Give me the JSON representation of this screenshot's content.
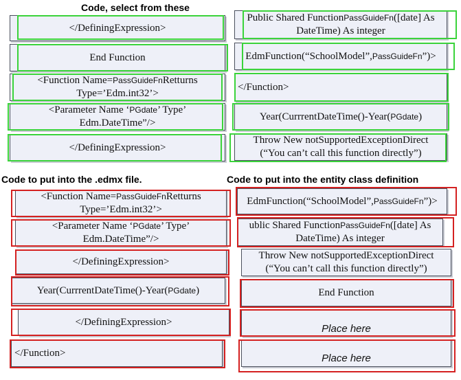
{
  "headings": {
    "source": "Code, select from these",
    "edmx": "Code to put into the .edmx file.",
    "entity": "Code to put into the entity class definition"
  },
  "source_left": [
    {
      "line1": "</DefiningExpression>"
    },
    {
      "line1": "End Function"
    },
    {
      "pre": "<Function Name=",
      "fn": "PassGuideFn",
      "post": "Retturns",
      "line2": "Type=’Edm.int32’>"
    },
    {
      "pre": "<Parameter Name ‘",
      "fn": "PGdate",
      "post": "’ Type’",
      "line2": "Edm.DateTime”/>"
    },
    {
      "line1": "</DefiningExpression>"
    }
  ],
  "source_right": [
    {
      "pre": "Public Shared Function",
      "fn": "PassGuideFn",
      "post": "([date] As",
      "line2": "DateTime) As integer"
    },
    {
      "pre": "EdmFunction(“SchoolModel”,",
      "fn": "PassGuideFn",
      "post": "”)>"
    },
    {
      "line1": "</Function>"
    },
    {
      "pre": "Year(CurrrentDateTime()-Year(",
      "fn": "PGdate",
      "post": ")"
    },
    {
      "line1": "Throw New notSupportedExceptionDirect",
      "line2": "(“You can’t call this function directly”)"
    }
  ],
  "edmx_answers": [
    {
      "pre": "<Function Name=",
      "fn": "PassGuideFn",
      "post": "Retturns",
      "line2": "Type=’Edm.int32’>"
    },
    {
      "pre": "<Parameter Name ‘",
      "fn": "PGdate",
      "post": "’ Type’",
      "line2": "Edm.DateTime”/>"
    },
    {
      "line1": "</DefiningExpression>"
    },
    {
      "pre": "Year(CurrrentDateTime()-Year(",
      "fn": "PGdate",
      "post": ")"
    },
    {
      "line1": "</DefiningExpression>"
    },
    {
      "line1": "</Function>"
    }
  ],
  "entity_answers": [
    {
      "pre": "EdmFunction(“SchoolModel”,",
      "fn": "PassGuideFn",
      "post": "”)>"
    },
    {
      "pre": "ublic Shared Function",
      "fn": "PassGuideFn",
      "post": "([date] As",
      "line2": "DateTime) As integer"
    },
    {
      "line1": "Throw New notSupportedExceptionDirect",
      "line2": "(“You can’t call this function directly”)"
    },
    {
      "line1": "End Function"
    },
    {
      "placeholder": "Place here"
    },
    {
      "placeholder": "Place here"
    }
  ],
  "colors": {
    "box_bg": "#eef0f8",
    "green": "#3ad33a",
    "red": "#d42020"
  }
}
